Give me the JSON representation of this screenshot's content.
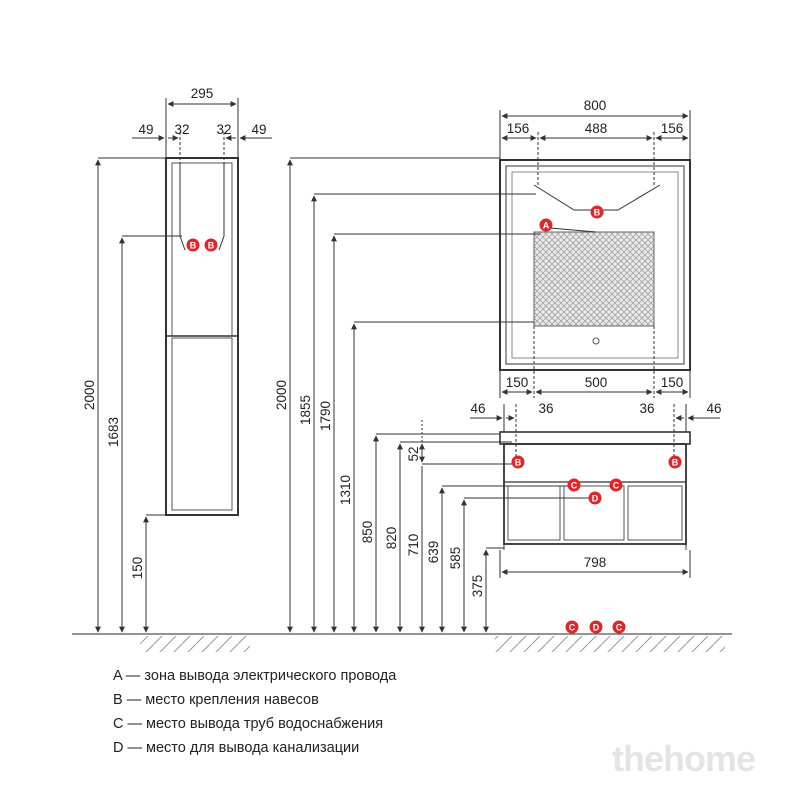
{
  "dimensions": {
    "column_width": "295",
    "column_offset_left": "49",
    "column_hinge_left": "32",
    "column_hinge_right": "32",
    "column_offset_right": "49",
    "column_height": "2000",
    "column_hinge_height": "1683",
    "column_floor_gap": "150",
    "mirror_width": "800",
    "mirror_margin_left": "156",
    "mirror_hinge_span": "488",
    "mirror_margin_right": "156",
    "mirror_bottom_left": "150",
    "mirror_bottom_center": "500",
    "mirror_bottom_right": "150",
    "total_height": "2000",
    "mirror_top_height": "1855",
    "mirror_hinge_height": "1790",
    "mirror_bottom_height": "1310",
    "cabinet_top_left": "46",
    "cabinet_hinge_left": "36",
    "cabinet_hinge_right": "36",
    "cabinet_top_right": "46",
    "cabinet_width": "798",
    "cabinet_hinge_drop": "52",
    "cabinet_top_height": "850",
    "cabinet_hinge_height": "820",
    "pipe_height": "710",
    "drain_height": "639",
    "cabinet_bottom_height": "585",
    "cabinet_floor_gap": "375"
  },
  "markers": {
    "A": "A",
    "B": "B",
    "C": "C",
    "D": "D"
  },
  "legend": [
    "A — зона вывода электрического провода",
    "B — место крепления навесов",
    "C — место вывода труб водоснабжения",
    "D — место для вывода канализации"
  ],
  "watermark": "thehome",
  "colors": {
    "line": "#333333",
    "marker": "#e0262b",
    "hatch": "#888888"
  }
}
